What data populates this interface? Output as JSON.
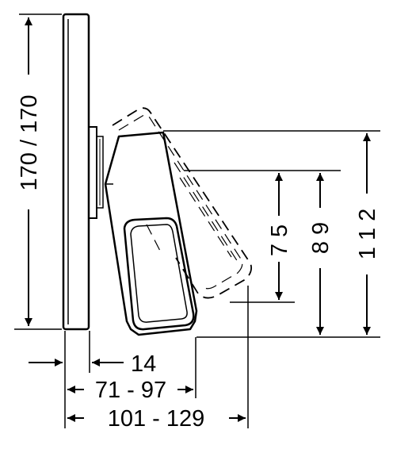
{
  "colors": {
    "line": "#000000",
    "background": "#ffffff"
  },
  "dimensions": {
    "height_plate": "170 / 170",
    "depth_plate": "14",
    "projection_a": "71 - 97",
    "projection_b": "101 - 129",
    "height_112": "1 1 2",
    "height_89": "8 9",
    "height_75": "7 5"
  }
}
